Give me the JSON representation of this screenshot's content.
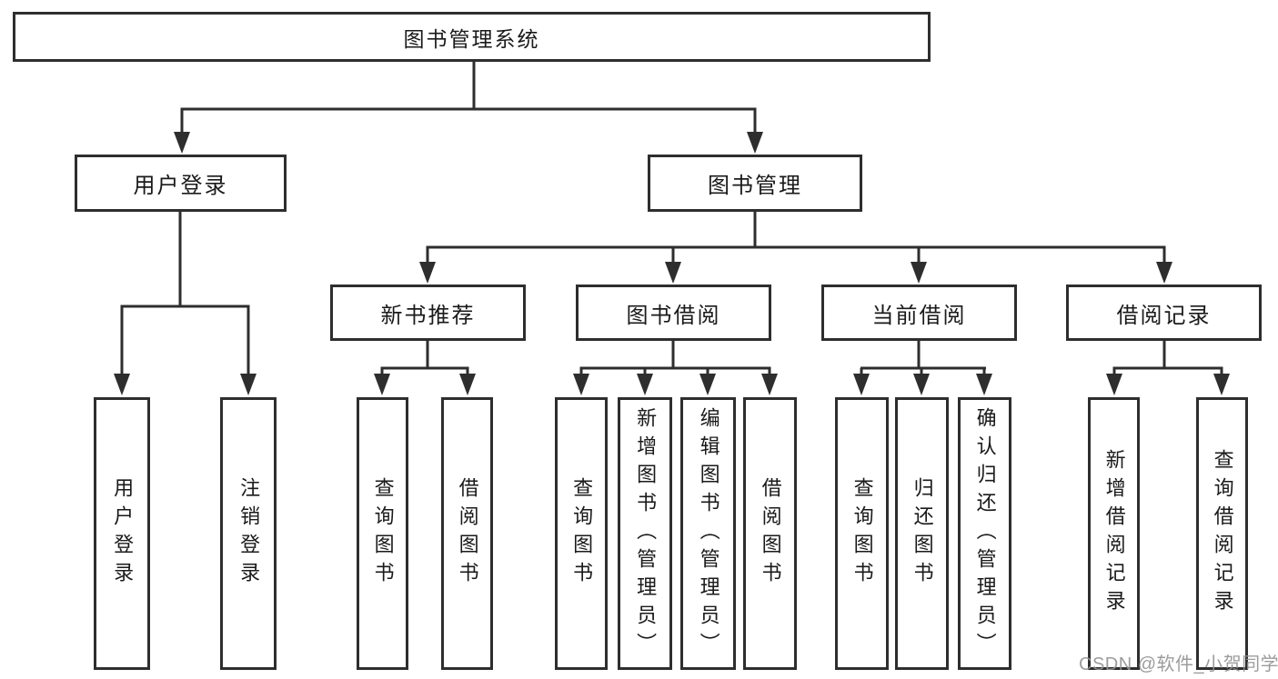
{
  "tree": {
    "label": "图书管理系统",
    "children": [
      {
        "label": "用户登录",
        "children": [
          {
            "label": "用户登录"
          },
          {
            "label": "注销登录"
          }
        ]
      },
      {
        "label": "图书管理",
        "children": [
          {
            "label": "新书推荐",
            "children": [
              {
                "label": "查询图书"
              },
              {
                "label": "借阅图书"
              }
            ]
          },
          {
            "label": "图书借阅",
            "children": [
              {
                "label": "查询图书"
              },
              {
                "label": "新增图书（管理员）"
              },
              {
                "label": "编辑图书（管理员）"
              },
              {
                "label": "借阅图书"
              }
            ]
          },
          {
            "label": "当前借阅",
            "children": [
              {
                "label": "查询图书"
              },
              {
                "label": "归还图书"
              },
              {
                "label": "确认归还（管理员）"
              }
            ]
          },
          {
            "label": "借阅记录",
            "children": [
              {
                "label": "新增借阅记录"
              },
              {
                "label": "查询借阅记录"
              }
            ]
          }
        ]
      }
    ]
  },
  "watermark": "CSDN @软件_小贺同学",
  "colors": {
    "line": "#2e2e2e",
    "box_border": "#2e2e2e",
    "text": "#1a1a1a",
    "background": "#ffffff",
    "watermark": "#919191"
  }
}
